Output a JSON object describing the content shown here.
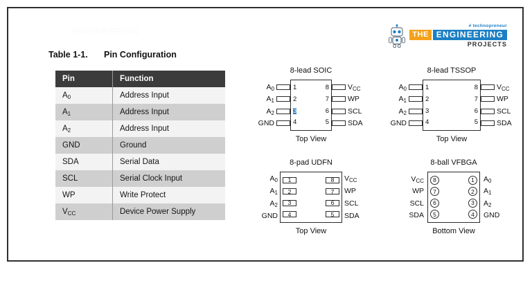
{
  "page": {
    "ghost_text": "ENGINEERING",
    "table_title_number": "Table 1-1.",
    "table_title_text": "Pin Configuration"
  },
  "logo": {
    "tagline": "# technopreneur",
    "word_the": "THE",
    "word_engineering": "ENGINEERING",
    "word_projects": "PROJECTS",
    "color_orange": "#f5a11b",
    "color_blue": "#1b7fc4",
    "robot_name": "robot-mascot-icon"
  },
  "table": {
    "headers": [
      "Pin",
      "Function"
    ],
    "rows": [
      {
        "pin": "A",
        "pin_sub": "0",
        "function": "Address Input"
      },
      {
        "pin": "A",
        "pin_sub": "1",
        "function": "Address Input"
      },
      {
        "pin": "A",
        "pin_sub": "2",
        "function": "Address Input"
      },
      {
        "pin": "GND",
        "pin_sub": "",
        "function": "Ground"
      },
      {
        "pin": "SDA",
        "pin_sub": "",
        "function": "Serial Data"
      },
      {
        "pin": "SCL",
        "pin_sub": "",
        "function": "Serial Clock Input"
      },
      {
        "pin": "WP",
        "pin_sub": "",
        "function": "Write Protect"
      },
      {
        "pin": "V",
        "pin_sub": "CC",
        "function": "Device Power Supply"
      }
    ]
  },
  "packages": [
    {
      "id": "soic",
      "title": "8-lead SOIC",
      "view": "Top View",
      "style": "leaded",
      "left_pins": [
        {
          "num": "1",
          "label": "A",
          "sub": "0",
          "selected": false
        },
        {
          "num": "2",
          "label": "A",
          "sub": "1",
          "selected": false
        },
        {
          "num": "3",
          "label": "A",
          "sub": "2",
          "selected": true
        },
        {
          "num": "4",
          "label": "GND",
          "sub": "",
          "selected": false
        }
      ],
      "right_pins": [
        {
          "num": "8",
          "label": "V",
          "sub": "CC",
          "selected": false
        },
        {
          "num": "7",
          "label": "WP",
          "sub": "",
          "selected": false
        },
        {
          "num": "6",
          "label": "SCL",
          "sub": "",
          "selected": false
        },
        {
          "num": "5",
          "label": "SDA",
          "sub": "",
          "selected": false
        }
      ]
    },
    {
      "id": "tssop",
      "title": "8-lead TSSOP",
      "view": "Top View",
      "style": "leaded",
      "left_pins": [
        {
          "num": "1",
          "label": "A",
          "sub": "0",
          "selected": false
        },
        {
          "num": "2",
          "label": "A",
          "sub": "1",
          "selected": false
        },
        {
          "num": "3",
          "label": "A",
          "sub": "2",
          "selected": false
        },
        {
          "num": "4",
          "label": "GND",
          "sub": "",
          "selected": false
        }
      ],
      "right_pins": [
        {
          "num": "8",
          "label": "V",
          "sub": "CC",
          "selected": false
        },
        {
          "num": "7",
          "label": "WP",
          "sub": "",
          "selected": false
        },
        {
          "num": "6",
          "label": "SCL",
          "sub": "",
          "selected": false
        },
        {
          "num": "5",
          "label": "SDA",
          "sub": "",
          "selected": false
        }
      ]
    },
    {
      "id": "udfn",
      "title": "8-pad UDFN",
      "view": "Top View",
      "style": "pads",
      "left_pins": [
        {
          "num": "1",
          "label": "A",
          "sub": "0",
          "selected": false
        },
        {
          "num": "2",
          "label": "A",
          "sub": "1",
          "selected": false
        },
        {
          "num": "3",
          "label": "A",
          "sub": "2",
          "selected": false
        },
        {
          "num": "4",
          "label": "GND",
          "sub": "",
          "selected": false
        }
      ],
      "right_pins": [
        {
          "num": "8",
          "label": "V",
          "sub": "CC",
          "selected": false
        },
        {
          "num": "7",
          "label": "WP",
          "sub": "",
          "selected": false
        },
        {
          "num": "6",
          "label": "SCL",
          "sub": "",
          "selected": false
        },
        {
          "num": "5",
          "label": "SDA",
          "sub": "",
          "selected": false
        }
      ]
    },
    {
      "id": "vfbga",
      "title": "8-ball VFBGA",
      "view": "Bottom View",
      "style": "balls",
      "left_pins": [
        {
          "num": "8",
          "label": "V",
          "sub": "CC",
          "selected": false
        },
        {
          "num": "7",
          "label": "WP",
          "sub": "",
          "selected": false
        },
        {
          "num": "6",
          "label": "SCL",
          "sub": "",
          "selected": false
        },
        {
          "num": "5",
          "label": "SDA",
          "sub": "",
          "selected": false
        }
      ],
      "right_pins": [
        {
          "num": "1",
          "label": "A",
          "sub": "0",
          "selected": false
        },
        {
          "num": "2",
          "label": "A",
          "sub": "1",
          "selected": false
        },
        {
          "num": "3",
          "label": "A",
          "sub": "2",
          "selected": false
        },
        {
          "num": "4",
          "label": "GND",
          "sub": "",
          "selected": false
        }
      ]
    }
  ]
}
